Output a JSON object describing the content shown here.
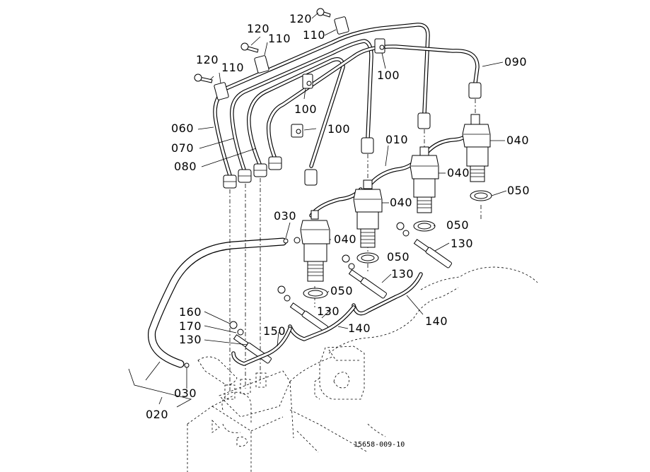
{
  "diagram": {
    "title": "Fuel injection pipes, nozzles and glow plugs",
    "drawing_number": "15658-009-10",
    "part_labels": [
      {
        "id": "p120a",
        "text": "120"
      },
      {
        "id": "p120b",
        "text": "120"
      },
      {
        "id": "p120c",
        "text": "120"
      },
      {
        "id": "p110a",
        "text": "110"
      },
      {
        "id": "p110b",
        "text": "110"
      },
      {
        "id": "p110c",
        "text": "110"
      },
      {
        "id": "p100a",
        "text": "100"
      },
      {
        "id": "p100b",
        "text": "100"
      },
      {
        "id": "p100c",
        "text": "100"
      },
      {
        "id": "p090",
        "text": "090"
      },
      {
        "id": "p060",
        "text": "060"
      },
      {
        "id": "p070",
        "text": "070"
      },
      {
        "id": "p080",
        "text": "080"
      },
      {
        "id": "p010",
        "text": "010"
      },
      {
        "id": "p040a",
        "text": "040"
      },
      {
        "id": "p040b",
        "text": "040"
      },
      {
        "id": "p040c",
        "text": "040"
      },
      {
        "id": "p040d",
        "text": "040"
      },
      {
        "id": "p050a",
        "text": "050"
      },
      {
        "id": "p050b",
        "text": "050"
      },
      {
        "id": "p050c",
        "text": "050"
      },
      {
        "id": "p050d",
        "text": "050"
      },
      {
        "id": "p030a",
        "text": "030"
      },
      {
        "id": "p030b",
        "text": "030"
      },
      {
        "id": "p130a",
        "text": "130"
      },
      {
        "id": "p130b",
        "text": "130"
      },
      {
        "id": "p130c",
        "text": "130"
      },
      {
        "id": "p130d",
        "text": "130"
      },
      {
        "id": "p140a",
        "text": "140"
      },
      {
        "id": "p140b",
        "text": "140"
      },
      {
        "id": "p150",
        "text": "150"
      },
      {
        "id": "p160",
        "text": "160"
      },
      {
        "id": "p170",
        "text": "170"
      },
      {
        "id": "p020",
        "text": "020"
      }
    ]
  }
}
